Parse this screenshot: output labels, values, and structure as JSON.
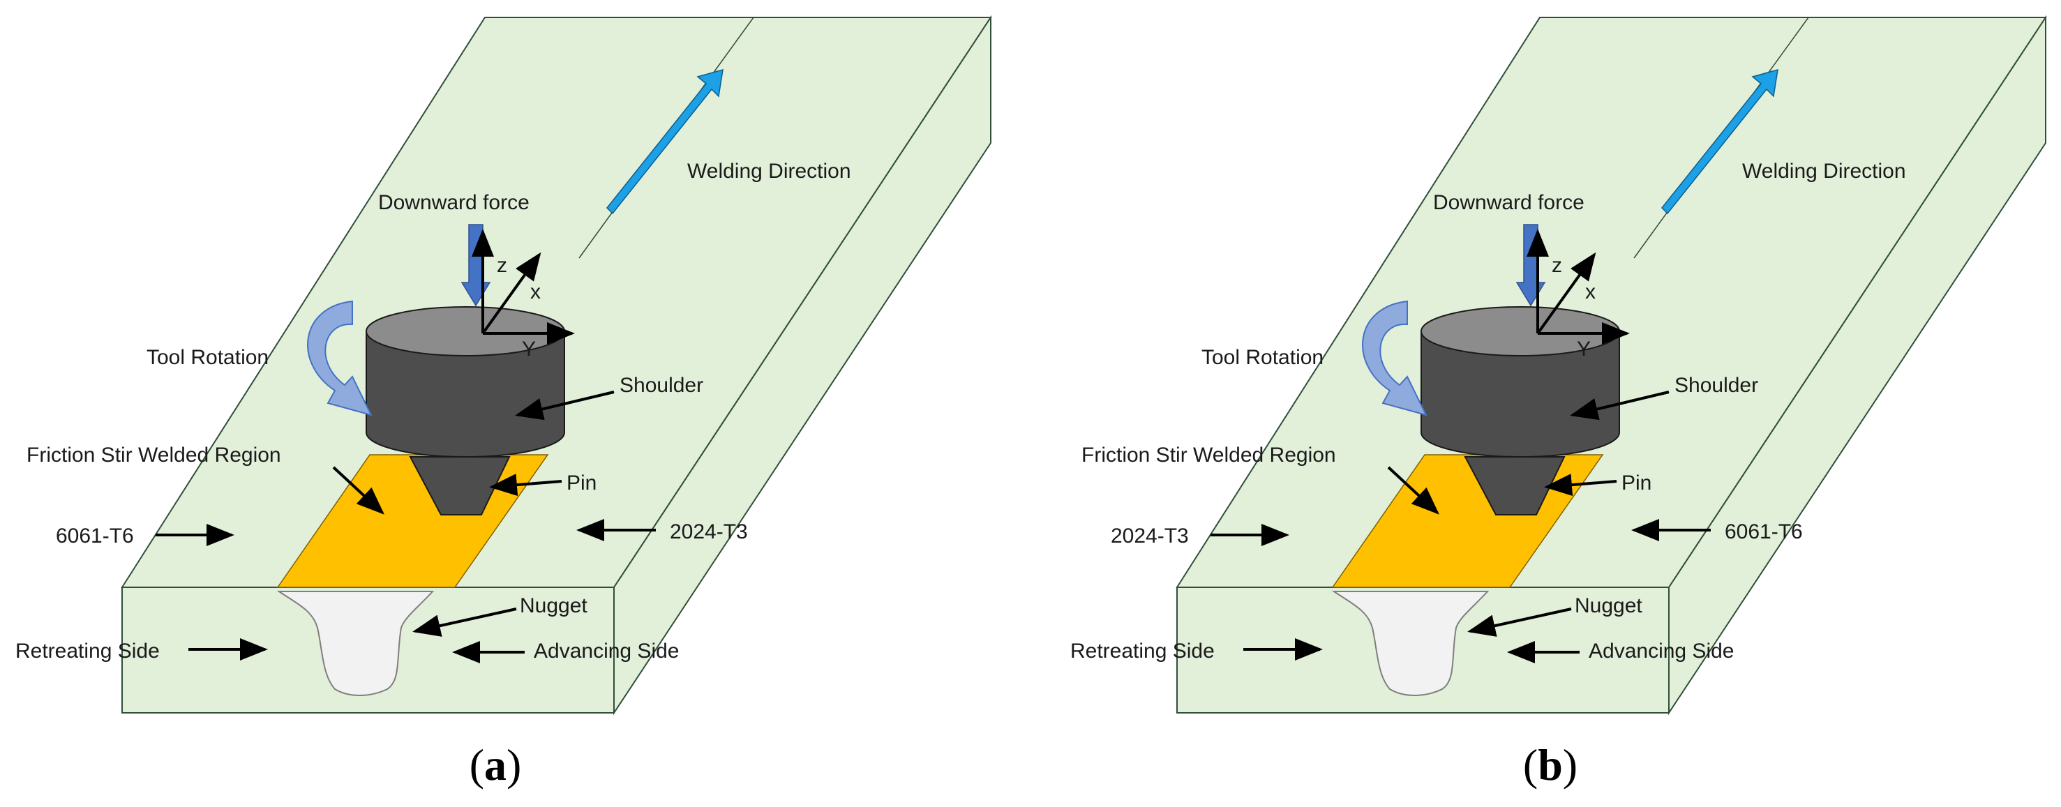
{
  "panels": [
    {
      "caption": {
        "open": "(",
        "letter": "a",
        "close": ")"
      },
      "labels": {
        "welding_direction": "Welding Direction",
        "downward_force": "Downward force",
        "axis_z": "z",
        "axis_x": "x",
        "axis_y": "Y",
        "tool_rotation": "Tool Rotation",
        "shoulder": "Shoulder",
        "friction_region": "Friction Stir Welded Region",
        "pin": "Pin",
        "left_alloy": "6061-T6",
        "right_alloy": "2024-T3",
        "nugget": "Nugget",
        "retreating_side": "Retreating Side",
        "advancing_side": "Advancing Side"
      }
    },
    {
      "caption": {
        "open": "(",
        "letter": "b",
        "close": ")"
      },
      "labels": {
        "welding_direction": "Welding Direction",
        "downward_force": "Downward force",
        "axis_z": "z",
        "axis_x": "x",
        "axis_y": "Y",
        "tool_rotation": "Tool Rotation",
        "shoulder": "Shoulder",
        "friction_region": "Friction Stir Welded Region",
        "pin": "Pin",
        "left_alloy": "2024-T3",
        "right_alloy": "6061-T6",
        "nugget": "Nugget",
        "retreating_side": "Retreating Side",
        "advancing_side": "Advancing Side"
      }
    }
  ],
  "colors": {
    "plate_fill": "#e2efd9",
    "plate_stroke": "#2f4f3a",
    "weld_region": "#ffc000",
    "tool_body": "#4d4d4d",
    "tool_top": "#8c8c8c",
    "force_arrow": "#4472c4",
    "rotation_arrow": "#8faadc",
    "direction_arrow": "#1ca0e6",
    "nugget": "#f2f2f2"
  }
}
